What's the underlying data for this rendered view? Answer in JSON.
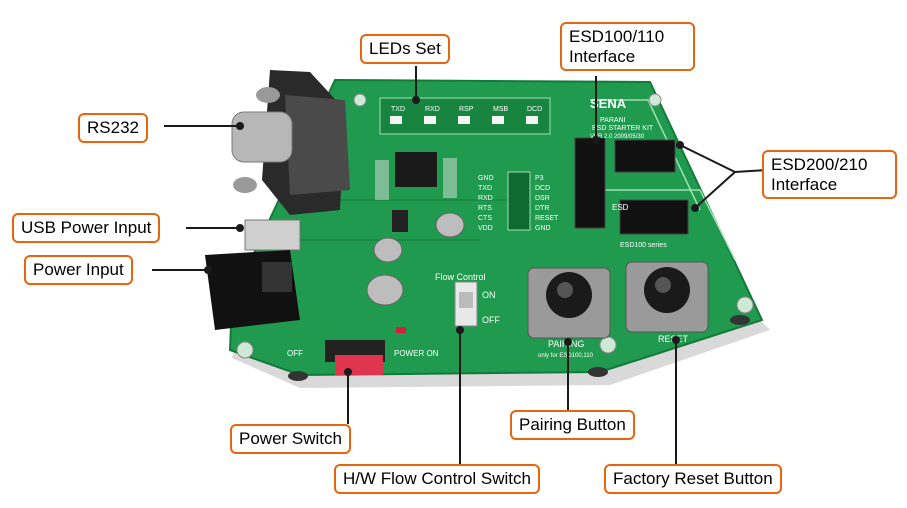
{
  "colors": {
    "callout_border": "#e8650f",
    "leader_line": "#1a1a1a",
    "pcb_green": "#1f9a4e",
    "pcb_dark": "#137a3a"
  },
  "callouts": {
    "leds_set": "LEDs Set",
    "esd100_110": "ESD100/110 Interface",
    "rs232": "RS232",
    "esd200_210": "ESD200/210 Interface",
    "usb_power_input": "USB Power Input",
    "power_input": "Power Input",
    "power_switch": "Power Switch",
    "pairing_button": "Pairing Button",
    "hw_flow_control_switch": "H/W Flow Control Switch",
    "factory_reset_button": "Factory Reset Button"
  },
  "board": {
    "brand": "SENA",
    "model": "PARANI",
    "kit_name": "ESD STARTER KIT",
    "version": "VER 2.0   2009/05/30",
    "led_labels": [
      "TXD",
      "RXD",
      "RSP",
      "MSB",
      "DCD"
    ],
    "pin_labels_left": [
      "GND",
      "TXD",
      "RXD",
      "RTS",
      "CTS",
      "VDD"
    ],
    "pin_labels_right": [
      "P3",
      "DCD",
      "DSR",
      "DTR",
      "RESET",
      "GND"
    ],
    "flow_control_label": "Flow Control",
    "switch_on": "ON",
    "switch_off": "OFF",
    "power_on_label": "POWER ON",
    "power_off_label": "OFF",
    "pairing_label": "PAIRING",
    "pairing_note": "only for ESD100,110",
    "reset_label": "RESET",
    "esd100_series": "ESD100 series",
    "esd_label": "ESD"
  }
}
